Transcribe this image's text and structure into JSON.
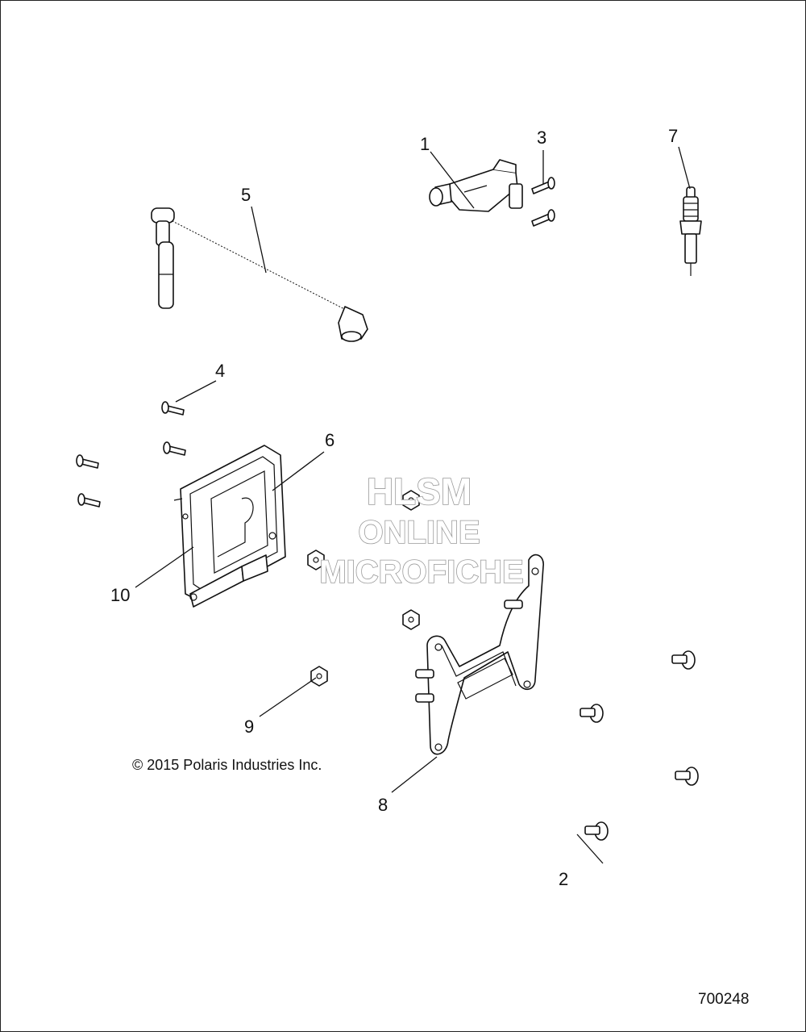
{
  "callouts": {
    "c1": "1",
    "c2": "2",
    "c3": "3",
    "c4": "4",
    "c5": "5",
    "c6": "6",
    "c7": "7",
    "c8": "8",
    "c9": "9",
    "c10": "10"
  },
  "watermark": {
    "line1": "HLSM",
    "line2": "ONLINE",
    "line3": "MICROFICHE"
  },
  "copyright": "© 2015 Polaris Industries Inc.",
  "diagram_id": "700248",
  "colors": {
    "line": "#111111",
    "watermark_outline": "#9a9a9a",
    "background": "#ffffff"
  }
}
